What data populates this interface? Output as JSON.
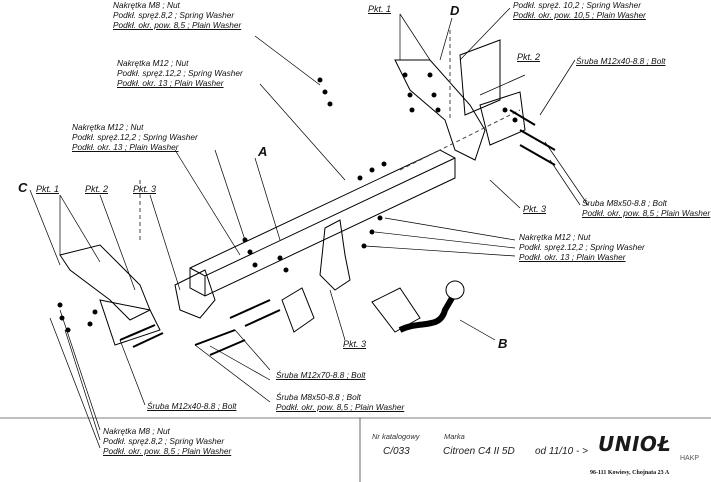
{
  "labels": {
    "top_m8_nut": [
      "Nakrętka  M8 ; Nut",
      "Podkł. spręż.8,2 ; Spring Washer",
      "Podkł. okr. pow. 8,5 ; Plain Washer"
    ],
    "top_right_washers": [
      "Podkł. spręż. 10,2 ; Spring Washer",
      "Podkł. okr. pow. 10,5 ; Plain Washer"
    ],
    "m12_nut_a": [
      "Nakrętka  M12 ; Nut",
      "Podkł. spręż.12,2 ; Spring Washer",
      "Podkł. okr. 13 ; Plain Washer"
    ],
    "m12_nut_b": [
      "Nakrętka  M12 ; Nut",
      "Podkł. spręż.12,2 ; Spring Washer",
      "Podkł. okr. 13 ; Plain Washer"
    ],
    "m12_nut_right": [
      "Nakrętka  M12 ; Nut",
      "Podkł. spręż.12,2 ; Spring Washer",
      "Podkł. okr. 13 ; Plain Washer"
    ],
    "bolt_m12x40_right": "Śruba M12x40-8.8 ;  Bolt",
    "bolt_m8x50_right": [
      "Śruba M8x50-8.8 ;  Bolt",
      "Podkł. okr. pow. 8,5 ; Plain Washer"
    ],
    "bolt_m12x70": "Śruba M12x70-8.8 ;  Bolt",
    "bolt_m8x50_bottom": [
      "Śruba M8x50-8.8 ;  Bolt",
      "Podkł. okr. pow. 8,5 ; Plain Washer"
    ],
    "bolt_m12x40_bottom": "Śruba M12x40-8.8 ;  Bolt",
    "bottom_m8_nut": [
      "Nakrętka  M8 ; Nut",
      "Podkł. spręż.8,2 ; Spring Washer",
      "Podkł. okr. pow. 8,5 ; Plain Washer"
    ]
  },
  "parts": {
    "a": "A",
    "b": "B",
    "c": "C",
    "d": "D"
  },
  "pkt": {
    "pkt1_top": "Pkt. 1",
    "pkt2_right": "Pkt. 2",
    "pkt3_right": "Pkt. 3",
    "pkt1_left": "Pkt. 1",
    "pkt2_left": "Pkt. 2",
    "pkt3_left": "Pkt. 3",
    "pkt3_bottom": "Pkt. 3"
  },
  "title_block": {
    "catalog_label": "Nr katalogowy",
    "catalog_value": "C/033",
    "brand_label": "Marka",
    "brand_value": "Citroen C4 II 5D",
    "date_value": "od 11/10 - >",
    "logo": "UNIOŁ",
    "logo_sub": "HAKP",
    "address": "96-111 Kowiesy, Chojnata 23 A"
  }
}
